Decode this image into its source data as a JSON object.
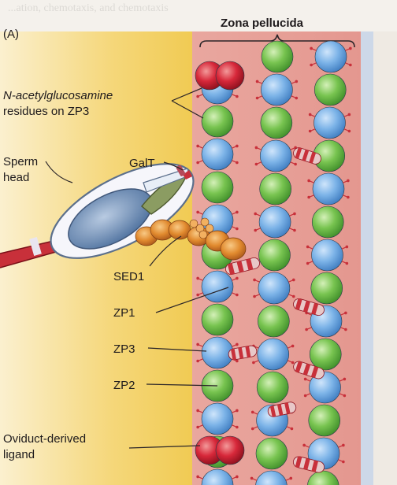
{
  "figure": {
    "panel_label": "(A)",
    "title": "Zona pellucida",
    "labels": {
      "nag": "N-acetylglucosamine",
      "nag2": "residues on ZP3",
      "sperm1": "Sperm",
      "sperm2": "head",
      "galt": "GalT",
      "sed1": "SED1",
      "zp1": "ZP1",
      "zp3": "ZP3",
      "zp2": "ZP2",
      "ovi1": "Oviduct-derived",
      "ovi2": "ligand"
    }
  },
  "colors": {
    "zp3_blue": "#6aa8e0",
    "zp2_green": "#6cbf4a",
    "zp1_red": "#c8303a",
    "ligand_red": "#c81d2c",
    "sed1_orange": "#e0862a",
    "zona_bg": "#e8a5a0",
    "oviduct_bg": "#f2cc5a",
    "sperm_blue": "#6f8fb8",
    "acrosome_green": "#8a9a60"
  }
}
